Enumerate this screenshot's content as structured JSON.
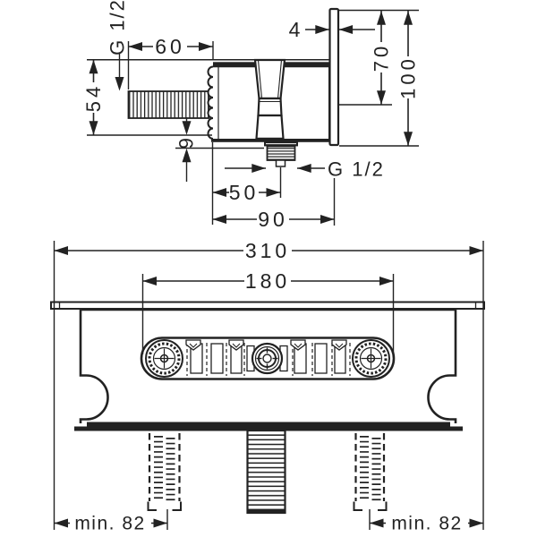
{
  "colors": {
    "ink": "#222222",
    "background": "#ffffff"
  },
  "side_view": {
    "thread_label_top": "G 1/2",
    "dim_60": "60",
    "dim_54": "54",
    "dim_9": "9",
    "dim_4": "4",
    "dim_70": "70",
    "dim_100": "100",
    "thread_label_outlet": "G 1/2",
    "dim_50": "50",
    "dim_90": "90"
  },
  "front_view": {
    "dim_310": "310",
    "dim_180": "180",
    "dim_min82_left": "min. 82",
    "dim_min82_right": "min. 82"
  }
}
